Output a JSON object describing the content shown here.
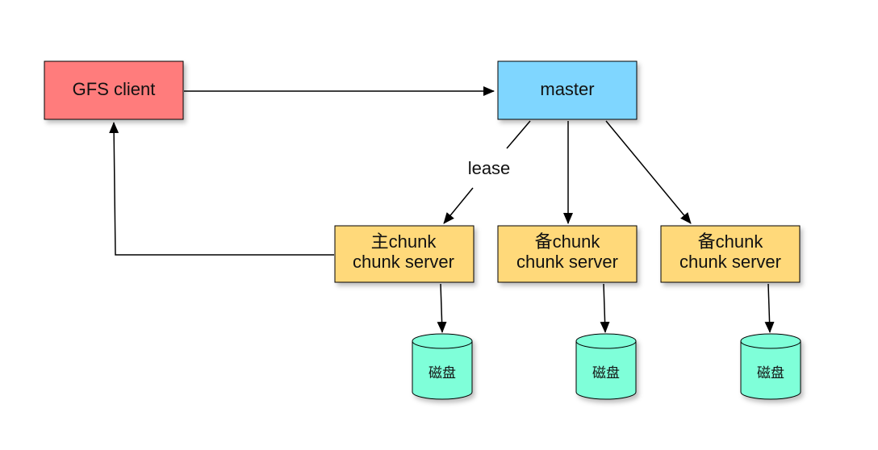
{
  "nodes": {
    "client": {
      "label": "GFS client",
      "color": "#ff7b7b"
    },
    "master": {
      "label": "master",
      "color": "#7fd6ff"
    },
    "primary_chunk": {
      "line1": "主chunk",
      "line2": "chunk server",
      "color": "#ffd97a"
    },
    "secondary_chunk_1": {
      "line1": "备chunk",
      "line2": "chunk server",
      "color": "#ffd97a"
    },
    "secondary_chunk_2": {
      "line1": "备chunk",
      "line2": "chunk server",
      "color": "#ffd97a"
    }
  },
  "disks": [
    {
      "label": "磁盘",
      "color": "#7fffd9"
    },
    {
      "label": "磁盘",
      "color": "#7fffd9"
    },
    {
      "label": "磁盘",
      "color": "#7fffd9"
    }
  ],
  "edges": {
    "lease_label": "lease"
  }
}
